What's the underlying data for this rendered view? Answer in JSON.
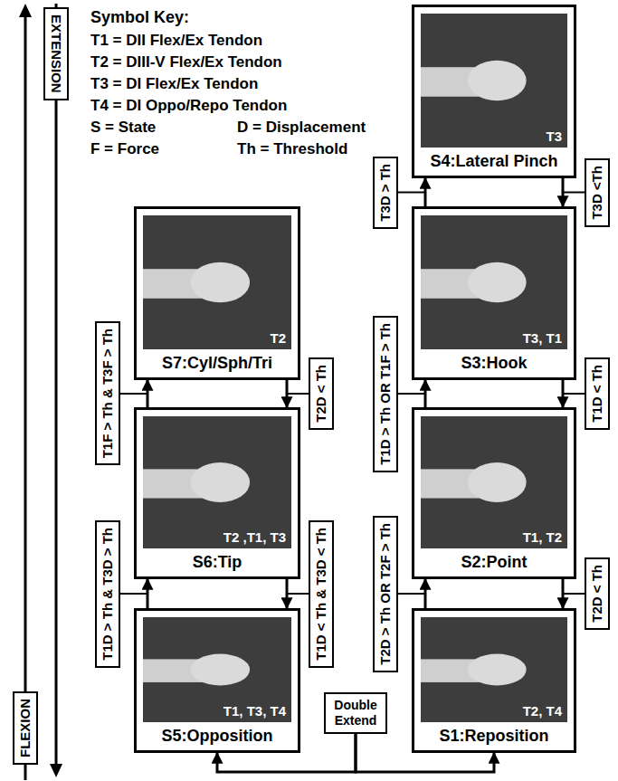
{
  "diagram": {
    "nodes": [
      {
        "text": [
          "EXTENSION"
        ]
      },
      {
        "text": [
          "FLEXION"
        ]
      },
      {
        "text": [
          "S4:Lateral Pinch",
          "T3"
        ]
      },
      {
        "text": [
          "S3:Hook",
          "T3, T1"
        ]
      },
      {
        "text": [
          "S2:Point",
          "T1, T2"
        ]
      },
      {
        "text": [
          "S1:Reposition",
          "T2, T4"
        ]
      },
      {
        "text": [
          "S7:Cyl/Sph/Tri",
          "T2"
        ]
      },
      {
        "text": [
          "S6:Tip",
          "T2 ,T1, T3"
        ]
      },
      {
        "text": [
          "S5:Opposition",
          "T1, T3, T4"
        ]
      },
      {
        "text": [
          "Double Extend"
        ]
      }
    ],
    "edges": [
      {
        "from": 5,
        "to": 4,
        "arrow": "to",
        "label": "T2D > Th OR T2F > Th"
      },
      {
        "from": 4,
        "to": 5,
        "arrow": "to",
        "label": "T2D < Th"
      },
      {
        "from": 4,
        "to": 3,
        "arrow": "to",
        "label": "T1D > Th OR T1F > Th"
      },
      {
        "from": 3,
        "to": 4,
        "arrow": "to",
        "label": "T1D < Th"
      },
      {
        "from": 3,
        "to": 2,
        "arrow": "to",
        "label": "T3D > Th"
      },
      {
        "from": 2,
        "to": 3,
        "arrow": "to",
        "label": "T3D <Th"
      },
      {
        "from": 8,
        "to": 7,
        "arrow": "to",
        "label": "T1D > Th & T3D > Th"
      },
      {
        "from": 7,
        "to": 8,
        "arrow": "to",
        "label": "T1D < Th & T3D < Th"
      },
      {
        "from": 7,
        "to": 6,
        "arrow": "to",
        "label": "T1F > Th & T3F > Th"
      },
      {
        "from": 6,
        "to": 7,
        "arrow": "to",
        "label": "T2D < Th"
      },
      {
        "from": 9,
        "to": 8,
        "arrow": "to"
      },
      {
        "from": 9,
        "to": 5,
        "arrow": "to"
      }
    ],
    "labels": [
      "Symbol Key:",
      "T1 = DII Flex/Ex Tendon",
      "T2 = DIII-V Flex/Ex Tendon",
      "T3 = DI Flex/Ex Tendon",
      "T4 = DI Oppo/Repo Tendon",
      "S = State",
      "D = Displacement",
      "F = Force",
      "Th = Threshold"
    ]
  }
}
